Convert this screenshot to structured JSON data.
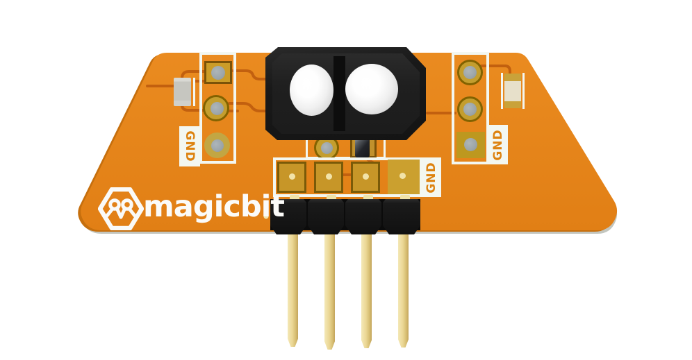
{
  "brand": {
    "name": "magicbit",
    "logo_icon": "magicbit-logo-icon"
  },
  "labels": {
    "left_gnd": "GND",
    "right_gnd": "GND",
    "header_gnd": "GND"
  },
  "colors": {
    "board_orange": "#E8871E",
    "board_edge_bevel": "#C66F0D",
    "board_shadow_gray": "#C3C6BF",
    "copper_trace": "#C2600F",
    "silkscreen_white": "#F3F7F1",
    "label_text_orange": "#DD820F",
    "pad_gold": "#CB9C28",
    "pad_border_brown": "#7A5208",
    "pad_olive": "#BD981F",
    "hole_gray": "#9EA6A9",
    "plastic_black": "#161616",
    "sensor_dome_white": "#F5F5F5",
    "pin_gold": "#EBD795",
    "pin_tip_cream": "#F2E3A9",
    "smd_gray": "#C6C6C0",
    "smd_beige": "#E7E0CA"
  }
}
